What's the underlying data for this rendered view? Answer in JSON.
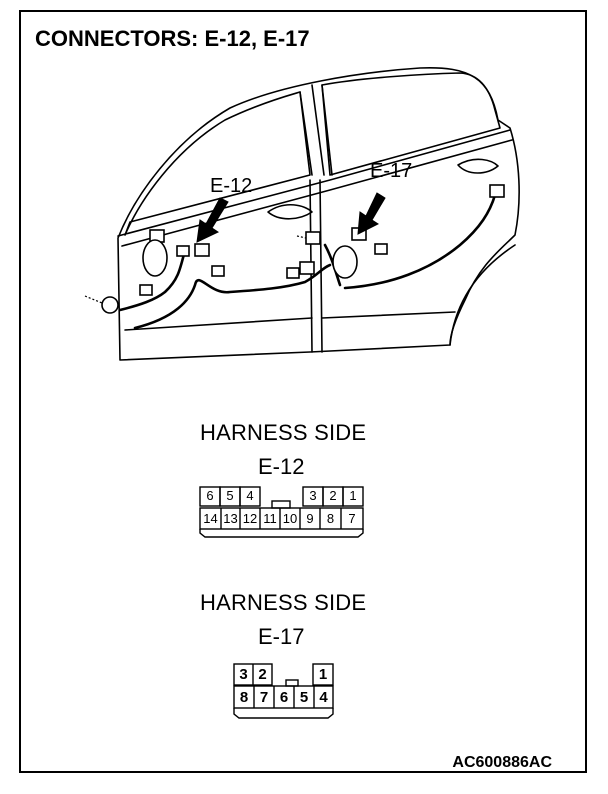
{
  "title": "CONNECTORS: E-12, E-17",
  "callouts": {
    "left": "E-12",
    "right": "E-17"
  },
  "connector_e12": {
    "side_label": "HARNESS SIDE",
    "name": "E-12",
    "top_row": [
      "6",
      "5",
      "4",
      "",
      "3",
      "2",
      "1"
    ],
    "bottom_row": [
      "14",
      "13",
      "12",
      "11",
      "10",
      "9",
      "8",
      "7"
    ]
  },
  "connector_e17": {
    "side_label": "HARNESS SIDE",
    "name": "E-17",
    "top_row": [
      "3",
      "2",
      "",
      "1"
    ],
    "bottom_row": [
      "8",
      "7",
      "6",
      "5",
      "4"
    ]
  },
  "doc_id": "AC600886AC"
}
